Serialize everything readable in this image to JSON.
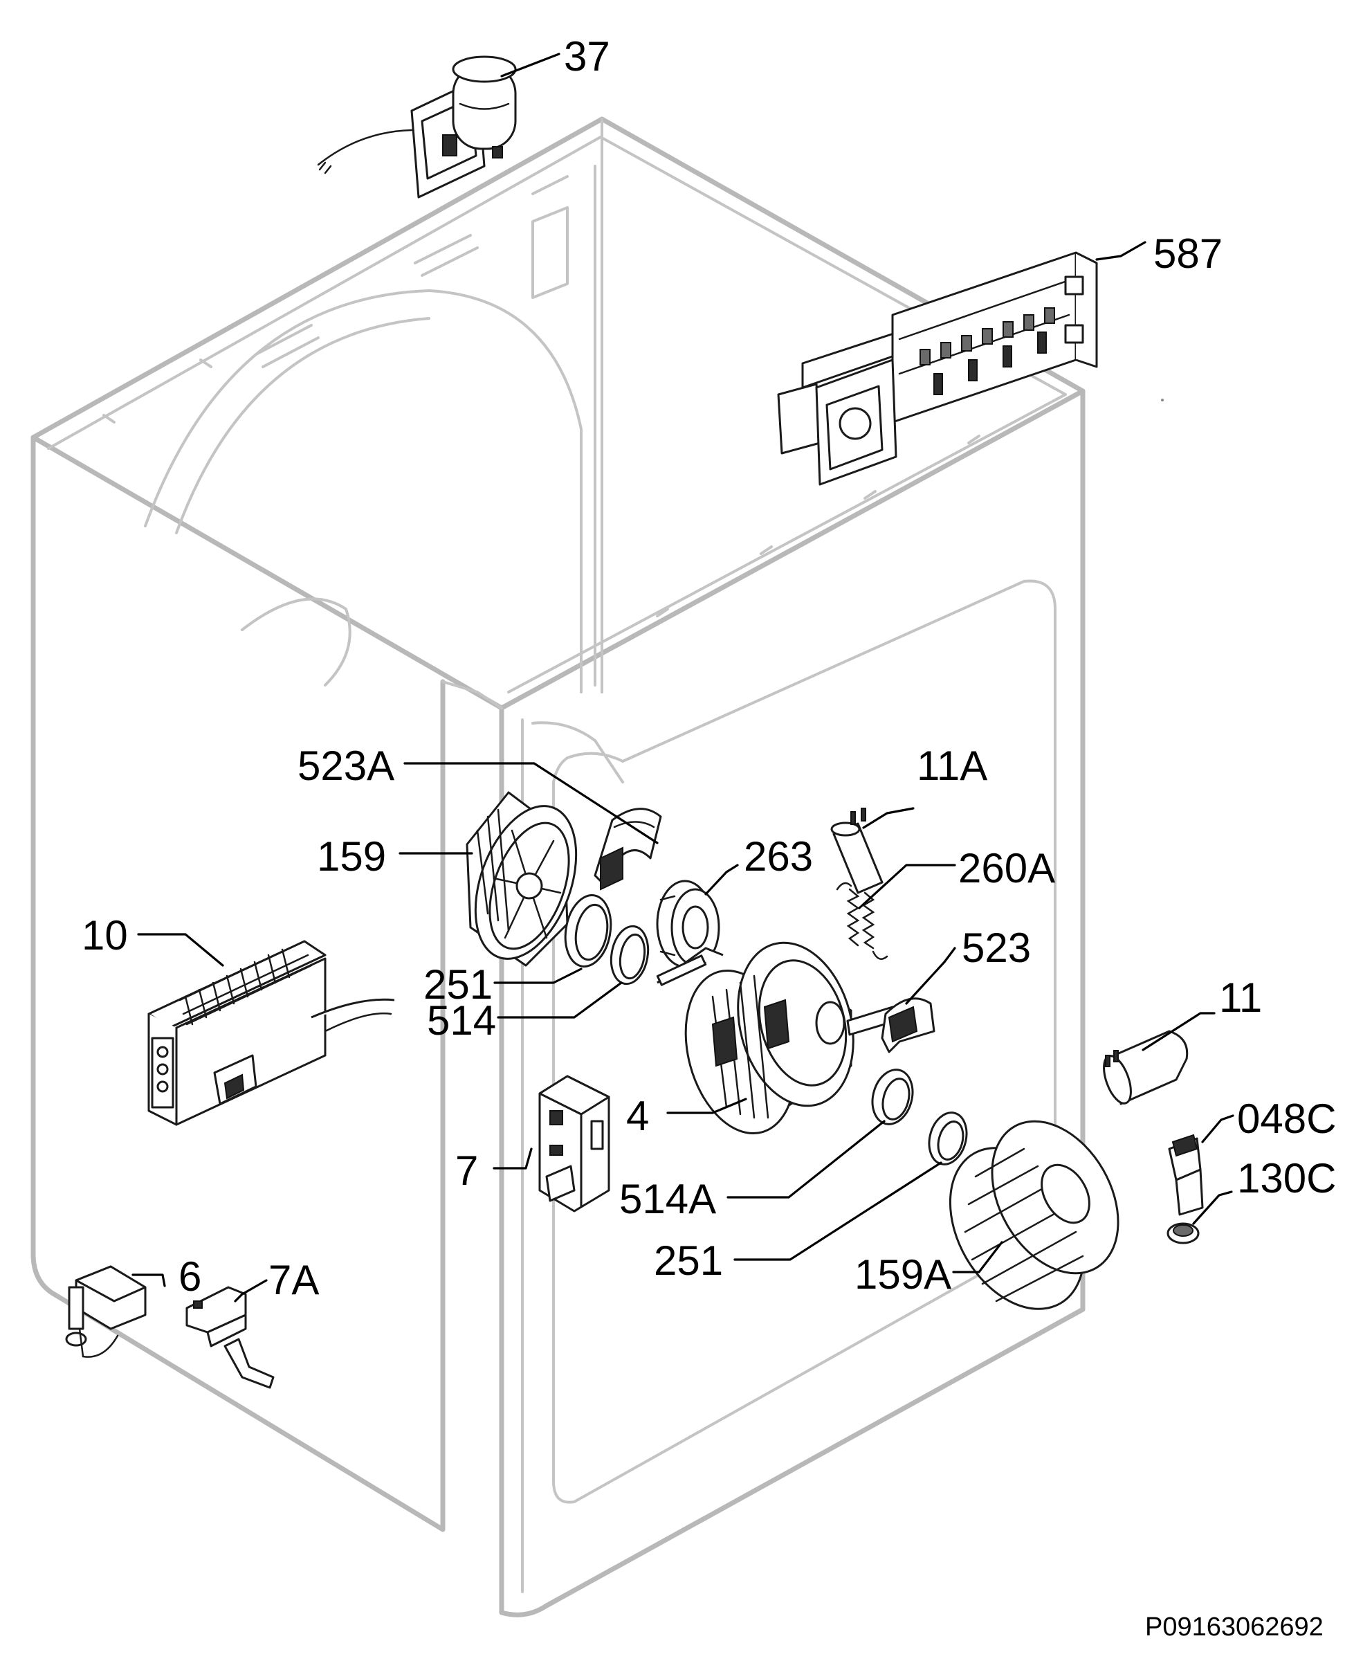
{
  "reference_code": "P09163062692",
  "labels": {
    "p37": "37",
    "p587": "587",
    "p523A": "523A",
    "p11A": "11A",
    "p159": "159",
    "p263": "263",
    "p260A": "260A",
    "p10": "10",
    "p251a": "251",
    "p514": "514",
    "p523": "523",
    "p11": "11",
    "p4": "4",
    "p048C": "048C",
    "p7": "7",
    "p514A": "514A",
    "p130C": "130C",
    "p6": "6",
    "p251b": "251",
    "p159A": "159A",
    "p7A": "7A"
  }
}
